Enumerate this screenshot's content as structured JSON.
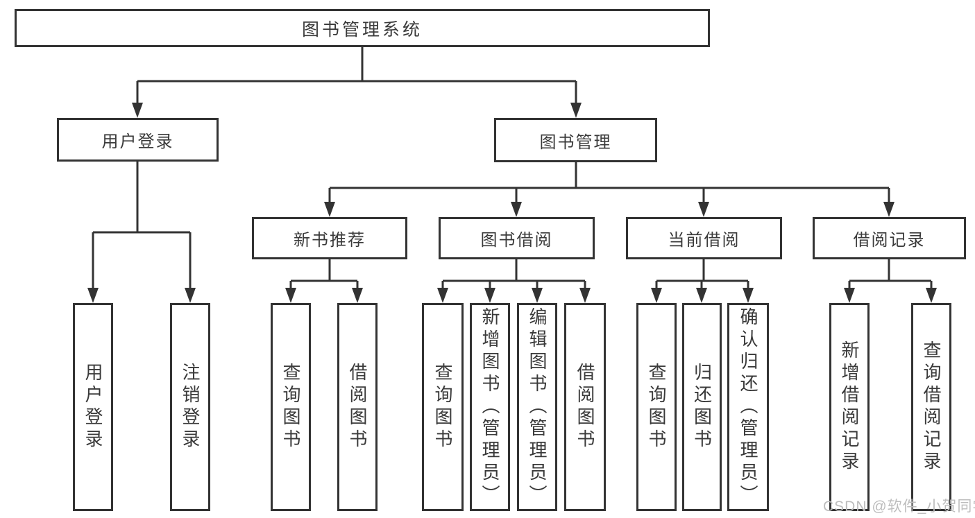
{
  "colors": {
    "line": "#333333",
    "box_border": "#333333",
    "text": "#3a3a3a",
    "background": "#ffffff",
    "watermark": "#bdbdbd"
  },
  "tree": {
    "label": "图书管理系统",
    "children": [
      {
        "label": "用户登录",
        "children": [
          {
            "label": "用户登录"
          },
          {
            "label": "注销登录"
          }
        ]
      },
      {
        "label": "图书管理",
        "children": [
          {
            "label": "新书推荐",
            "children": [
              {
                "label": "查询图书"
              },
              {
                "label": "借阅图书"
              }
            ]
          },
          {
            "label": "图书借阅",
            "children": [
              {
                "label": "查询图书"
              },
              {
                "label": "新增图书（管理员）"
              },
              {
                "label": "编辑图书（管理员）"
              },
              {
                "label": "借阅图书"
              }
            ]
          },
          {
            "label": "当前借阅",
            "children": [
              {
                "label": "查询图书"
              },
              {
                "label": "归还图书"
              },
              {
                "label": "确认归还（管理员）"
              }
            ]
          },
          {
            "label": "借阅记录",
            "children": [
              {
                "label": "新增借阅记录"
              },
              {
                "label": "查询借阅记录"
              }
            ]
          }
        ]
      }
    ]
  },
  "watermark": {
    "text": "CSDN @软件_小贺同学"
  }
}
